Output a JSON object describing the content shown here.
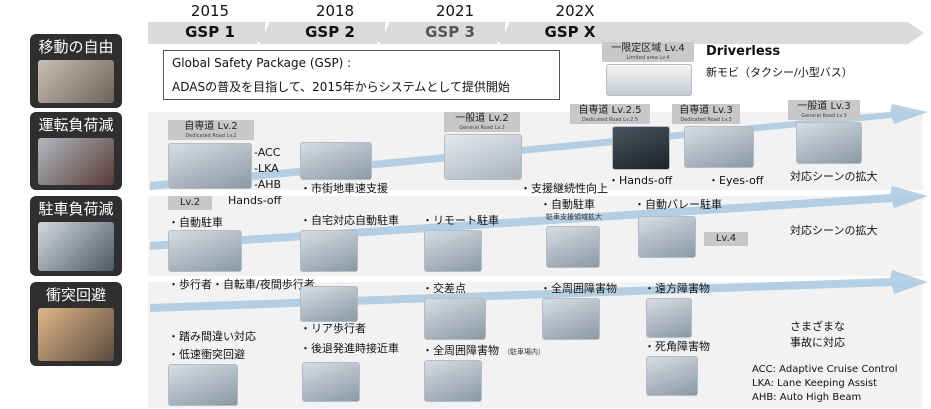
{
  "timeline": {
    "years": [
      "2015",
      "2018",
      "2021",
      "202X"
    ],
    "gsp": [
      "GSP 1",
      "GSP 2",
      "GSP 3",
      "GSP X"
    ]
  },
  "categories": [
    "移動の自由",
    "運転負荷減",
    "駐車負荷減",
    "衝突回避"
  ],
  "gsp_box": {
    "title": "Global Safety Package (GSP) :",
    "subtitle": "ADASの普及を目指して、2015年からシステムとして提供開始"
  },
  "driverless": {
    "chip": "一限定区域 Lv.4",
    "chip_sub": "Limited area Lv.4",
    "title": "Driverless",
    "subtitle": "新モビ（タクシー/小型バス）"
  },
  "chips": {
    "highway_lv2": "自専道 Lv.2",
    "highway_lv2_sub": "Dedicated Road Lv.2",
    "general_lv2": "一般道 Lv.2",
    "general_lv2_sub": "General Road Lv.2",
    "highway_lv25": "自専道 Lv.2.5",
    "highway_lv25_sub": "Dedicated Road Lv.2.5",
    "highway_lv3": "自専道 Lv.3",
    "highway_lv3_sub": "Dedicated Road Lv.3",
    "general_lv3": "一般道 Lv.3",
    "general_lv3_sub": "General Road Lv.3",
    "parking_lv2": "Lv.2",
    "parking_lv4": "Lv.4"
  },
  "driving": {
    "acc": "-ACC",
    "lka": "-LKA",
    "ahb": "-AHB",
    "handsoff1": "Hands-off",
    "city": "・市街地車速支援",
    "support": "・支援継続性向上",
    "handsoff2": "・Hands-off",
    "eyesoff": "・Eyes-off",
    "expand": "対応シーンの拡大"
  },
  "parking": {
    "auto": "・自動駐車",
    "home": "・自宅対応自動駐車",
    "remote": "・リモート駐車",
    "auto2": "・自動駐車",
    "auto2_sub": "駐車支援領域拡大",
    "valet": "・自動バレー駐車",
    "expand": "対応シーンの拡大"
  },
  "collision": {
    "pedestrian": "・歩行者・自転車/夜間歩行者",
    "intersection": "・交差点",
    "surround1": "・全周囲障害物",
    "far": "・遠方障害物",
    "misstep": "・踏み間違い対応",
    "lowspeed": "・低速衝突回避",
    "rear": "・リア歩行者",
    "reverse": "・後退発進時接近車",
    "surround2": "・全周囲障害物",
    "surround2_sub": "（駐車場内）",
    "blind": "・死角障害物",
    "various": "さまざまな",
    "various2": "事故に対応"
  },
  "legend": [
    "ACC:  Adaptive Cruise Control",
    "LKA:  Lane Keeping Assist",
    "AHB:  Auto High Beam"
  ],
  "colors": {
    "category_bg": "#2f2f2f",
    "timeline_bar": "#dadada",
    "arrow": "#9fc3de",
    "chip": "#c8c8c8"
  }
}
